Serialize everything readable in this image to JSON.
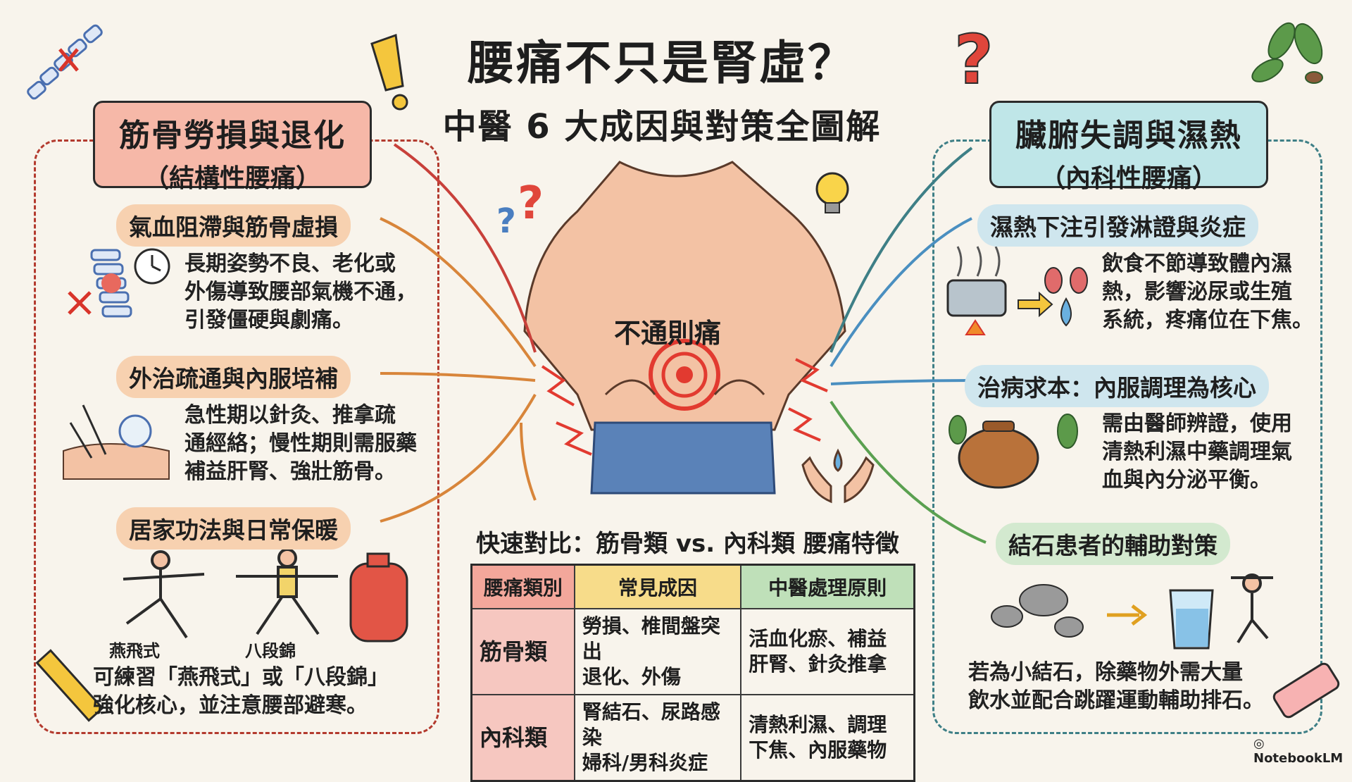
{
  "title": {
    "main": "腰痛不只是腎虛？",
    "sub": "中醫 6 大成因與對策全圖解"
  },
  "left": {
    "header": "筋骨勞損與退化",
    "header_sub": "（結構性腰痛）",
    "items": [
      {
        "title": "氣血阻滯與筋骨虛損",
        "lines": [
          "長期姿勢不良、老化或",
          "外傷導致腰部氣機不通，",
          "引發僵硬與劇痛。"
        ]
      },
      {
        "title": "外治疏通與內服培補",
        "lines": [
          "急性期以針灸、推拿疏",
          "通經絡；慢性期則需服藥",
          "補益肝腎、強壯筋骨。"
        ]
      },
      {
        "title": "居家功法與日常保暖",
        "lines": [
          "可練習「燕飛式」或「八段錦」",
          "強化核心，並注意腰部避寒。"
        ]
      }
    ],
    "captions": {
      "yanfei": "燕飛式",
      "baduanjin": "八段錦"
    }
  },
  "center": {
    "label": "不通則痛"
  },
  "right": {
    "header": "臟腑失調與濕熱",
    "header_sub": "（內科性腰痛）",
    "items": [
      {
        "title": "濕熱下注引發淋證與炎症",
        "lines": [
          "飲食不節導致體內濕",
          "熱，影響泌尿或生殖",
          "系統，疼痛位在下焦。"
        ]
      },
      {
        "title": "治病求本：內服調理為核心",
        "lines": [
          "需由醫師辨證，使用",
          "清熱利濕中藥調理氣",
          "血與內分泌平衡。"
        ]
      },
      {
        "title": "結石患者的輔助對策",
        "lines": [
          "若為小結石，除藥物外需大量",
          "飲水並配合跳躍運動輔助排石。"
        ]
      }
    ]
  },
  "table": {
    "title": "快速對比：筋骨類 vs. 內科類 腰痛特徵",
    "headers": [
      "腰痛類別",
      "常見成因",
      "中醫處理原則"
    ],
    "rows": [
      {
        "label": "筋骨類",
        "cause": [
          "勞損、椎間盤突出",
          "退化、外傷"
        ],
        "principle": [
          "活血化瘀、補益",
          "肝腎、針灸推拿"
        ]
      },
      {
        "label": "內科類",
        "cause": [
          "腎結石、尿路感染",
          "婦科/男科炎症"
        ],
        "principle": [
          "清熱利濕、調理",
          "下焦、內服藥物"
        ]
      }
    ]
  },
  "badge": "NotebookLM",
  "colors": {
    "left_accent": "#b33a2e",
    "right_accent": "#3e7f86",
    "orange_pill": "#f7d1b0",
    "blue_pill": "#cfe6ee",
    "green_pill": "#d3e9cf"
  }
}
